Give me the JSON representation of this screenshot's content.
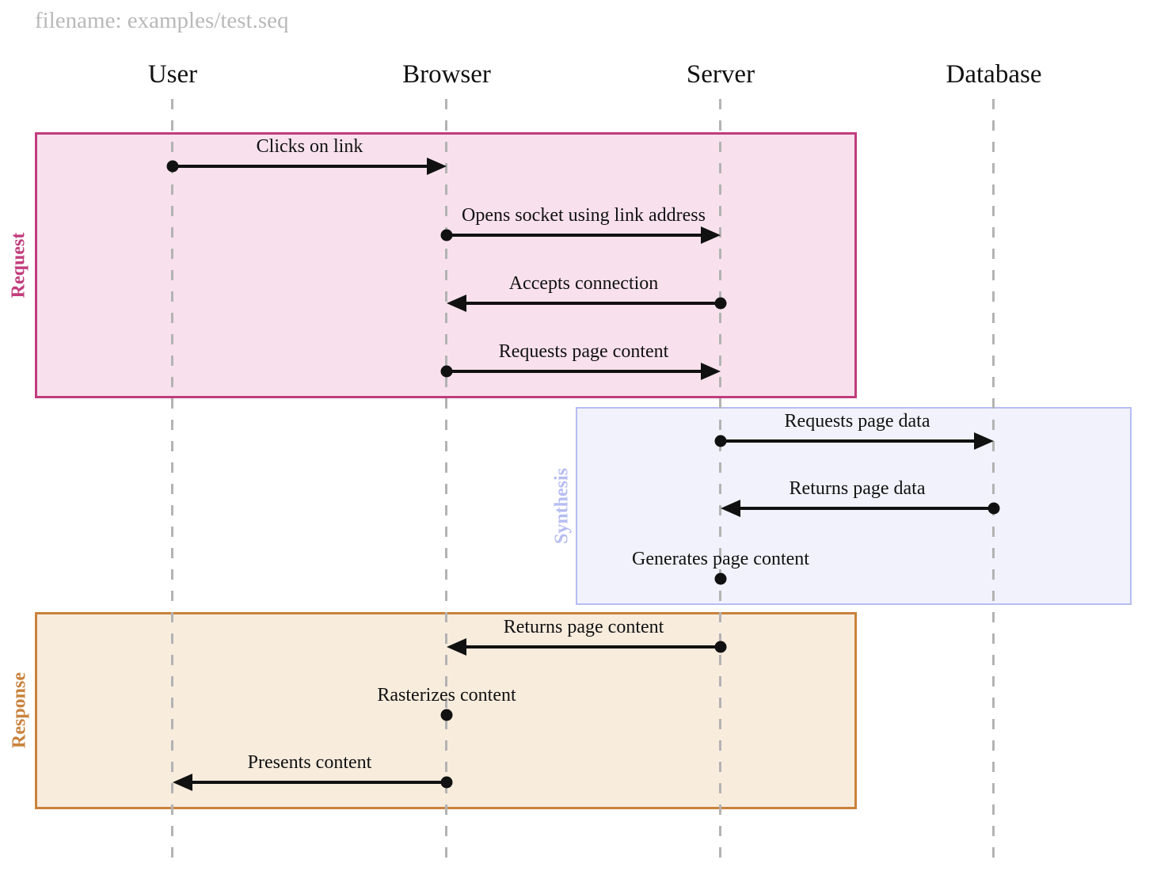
{
  "title": "filename: examples/test.seq",
  "actors": [
    {
      "name": "User"
    },
    {
      "name": "Browser"
    },
    {
      "name": "Server"
    },
    {
      "name": "Database"
    }
  ],
  "groups": [
    {
      "label": "Request",
      "border_color": "#c13c7d",
      "fill_color": "#f8e1ec"
    },
    {
      "label": "Synthesis",
      "border_color": "#b6bdf2",
      "fill_color": "#f1f2fc"
    },
    {
      "label": "Response",
      "border_color": "#c9823c",
      "fill_color": "#f8ecdd"
    }
  ],
  "messages": [
    {
      "group": "Request",
      "label": "Clicks on link",
      "from": "User",
      "to": "Browser",
      "type": "arrow"
    },
    {
      "group": "Request",
      "label": "Opens socket using link address",
      "from": "Browser",
      "to": "Server",
      "type": "arrow"
    },
    {
      "group": "Request",
      "label": "Accepts connection",
      "from": "Server",
      "to": "Browser",
      "type": "arrow"
    },
    {
      "group": "Request",
      "label": "Requests page content",
      "from": "Browser",
      "to": "Server",
      "type": "arrow"
    },
    {
      "group": "Synthesis",
      "label": "Requests page data",
      "from": "Server",
      "to": "Database",
      "type": "arrow"
    },
    {
      "group": "Synthesis",
      "label": "Returns page data",
      "from": "Database",
      "to": "Server",
      "type": "arrow"
    },
    {
      "group": "Synthesis",
      "label": "Generates page content",
      "from": "Server",
      "to": "Server",
      "type": "self"
    },
    {
      "group": "Response",
      "label": "Returns page content",
      "from": "Server",
      "to": "Browser",
      "type": "arrow"
    },
    {
      "group": "Response",
      "label": "Rasterizes content",
      "from": "Browser",
      "to": "Browser",
      "type": "self"
    },
    {
      "group": "Response",
      "label": "Presents content",
      "from": "Browser",
      "to": "User",
      "type": "arrow"
    }
  ],
  "colors": {
    "lifeline": "#b3b3b3",
    "arrow": "#111111",
    "title_text": "#b9b9b9",
    "actor_text": "#111111"
  }
}
